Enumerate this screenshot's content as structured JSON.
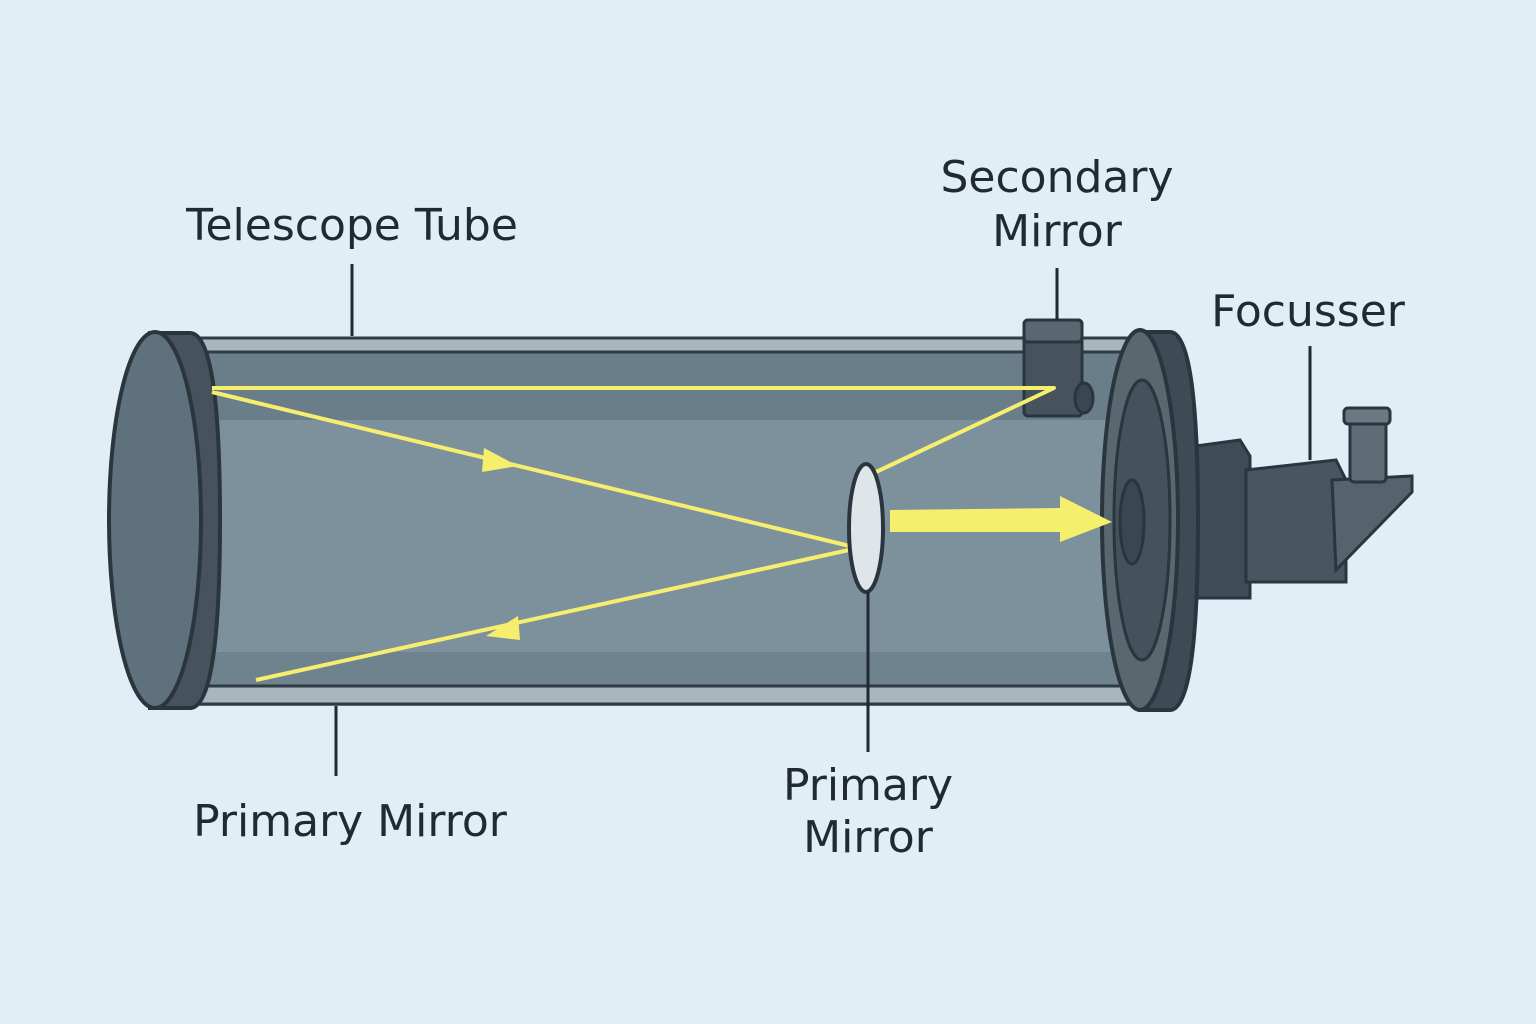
{
  "labels": {
    "telescope_tube": "Telescope Tube",
    "secondary_mirror_line1": "Secondary",
    "secondary_mirror_line2": "Mirror",
    "focusser": "Focusser",
    "primary_mirror_bottom": "Primary Mirror",
    "primary_mirror_center_line1": "Primary",
    "primary_mirror_center_line2": "Mirror"
  },
  "colors": {
    "background": "#e1eef6",
    "tube_body": "#7d919d",
    "tube_outline": "#2f3b45",
    "end_caps": "#4a5863",
    "light_rays": "#f6ef6e",
    "label_text": "#1f2a33"
  }
}
